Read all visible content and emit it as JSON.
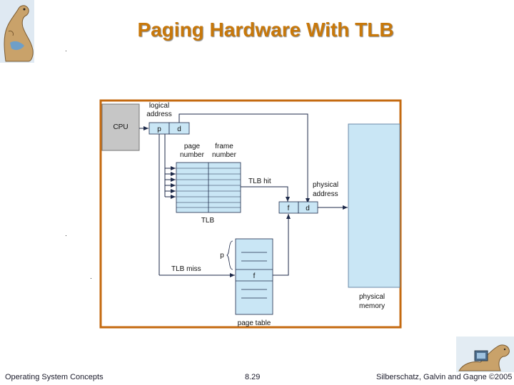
{
  "slide": {
    "title": "Paging Hardware With TLB"
  },
  "diagram": {
    "cpu_label": "CPU",
    "logical_address_line1": "logical",
    "logical_address_line2": "address",
    "p_label": "p",
    "d_label": "d",
    "page_number_line1": "page",
    "page_number_line2": "number",
    "frame_number_line1": "frame",
    "frame_number_line2": "number",
    "tlb_hit_label": "TLB hit",
    "physical_address_line1": "physical",
    "physical_address_line2": "address",
    "f_label": "f",
    "d2_label": "d",
    "tlb_label": "TLB",
    "page_table_p_label": "p",
    "tlb_miss_label": "TLB miss",
    "page_table_f_label": "f",
    "physical_memory_line1": "physical",
    "physical_memory_line2": "memory",
    "page_table_label": "page table"
  },
  "footer": {
    "left": "Operating System Concepts",
    "center": "8.29",
    "right": "Silberschatz, Galvin and Gagne ©2005"
  },
  "colors": {
    "title": "#c8780a",
    "frame_border": "#c46a10",
    "box_fill": "#c9e6f5",
    "cpu_fill": "#c6c6c6",
    "line": "#1e2a4a"
  },
  "icons": {
    "top_logo": "dinosaur-logo-icon",
    "bottom_logo": "dinosaur-computer-icon"
  }
}
